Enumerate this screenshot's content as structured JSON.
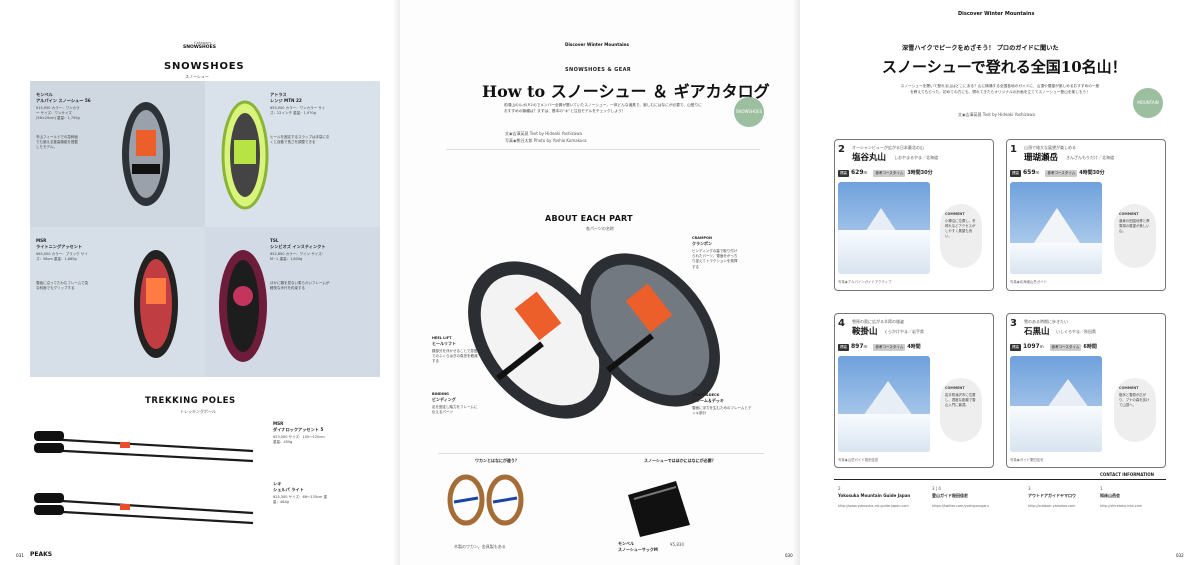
{
  "left_page": {
    "category": "Category",
    "category_title": "SNOWSHOES",
    "section_title": "SNOWSHOES",
    "section_sub": "スノーシュー",
    "products": [
      {
        "brand": "モンベル",
        "name": "アルパイン スノーシュー 56",
        "specs": "¥15,950\nカラー：ワンカラー\nサイズ：ワンサイズ (56×20cm)\n重量：1,750g",
        "note": "冬山フィールドでの急斜面でも使える登高機能を搭載したモデル。"
      },
      {
        "brand": "アトラス",
        "name": "レンジ MTN 22",
        "specs": "¥55,000\nカラー：ワンカラー\nサイズ：22インチ\n重量：1,970g",
        "note": "ヒールを固定するスラップは手袋に引くと自動で長さを調整できる"
      },
      {
        "brand": "MSR",
        "name": "ライトニングアッセント",
        "specs": "¥65,000\nカラー：ブラック\nサイズ：56cm\n重量：1,885g",
        "note": "雪面に沿ってたわむフレームで急な斜面でもグリップする"
      },
      {
        "brand": "TSL",
        "name": "シンビオズ インスティンクト",
        "specs": "¥52,800\nカラー：ワイン\nサイズ：M・L\n重量：1,800g",
        "note": "ほかに類を見ない柔らかいフレームが軽快な歩行を約束する"
      }
    ],
    "poles_title": "TREKKING POLES",
    "poles_sub": "トレッキングポール",
    "poles": [
      {
        "brand": "MSR",
        "name": "ダイナロックアッセント 5",
        "specs": "¥23,000\nサイズ：105〜120cm\n重量：450g"
      },
      {
        "brand": "レキ",
        "name": "シェルパ ライト",
        "specs": "¥25,300\nサイズ：68〜135cm\n重量：484g"
      }
    ],
    "page_number": "031",
    "magazine": "PEAKS"
  },
  "center_page": {
    "header": "Discover Winter Mountains",
    "kicker": "SNOWSHOES & GEAR",
    "title": "How to スノーシュー ＆ ギアカタログ",
    "lead": "前項山のルポ(P.24)でメンバー全員が履いていたスノーシュー。一体どんな道具で、楽しむにはなにが必要で、山登りにおすすめの機種は？まずは、基本の\"キ\"と注目モデルをチェックしよう！",
    "credit1": "文◉吉澤英晃 Text by Hideaki Yoshizawa",
    "credit2": "写真◉熊谷太郎 Photo by Yoshio Kumakura",
    "badge_text": "SNOWSHOES",
    "about_title": "ABOUT EACH PART",
    "about_sub": "各パーツの名称",
    "parts": [
      {
        "title": "CRAMPON",
        "sub": "クランポン",
        "desc": "ビンディングの裏で取り付けられたパーツ。雪面をがっちり捉えてトラクションを発揮する"
      },
      {
        "title": "HEEL LIFT",
        "sub": "ヒールリフト",
        "desc": "踵部分を浮かせることで急登でのふくらはぎの負担を軽減する"
      },
      {
        "title": "BINDING",
        "sub": "ビンディング",
        "desc": "足を固定し踏力をフレームに伝えるパーツ"
      },
      {
        "title": "FRAME&DECK",
        "sub": "フレーム＆デッキ",
        "desc": "雪面に浮力を生むためのフレームとデッキ部分"
      }
    ],
    "bottom_q1": "ワカンとはなにが違う？",
    "bottom_q2": "スノーシューではほかにはなにが必要？",
    "wakan_caption": "木製のワカン。金具製もある",
    "bag_brand": "モンベル",
    "bag_name": "スノーシューサックM",
    "bag_price": "¥5,830",
    "page_number": "030"
  },
  "right_page": {
    "header": "Discover Winter Mountains",
    "subtitle": "深雪ハイクでピークをめざそう！ プロのガイドに聞いた",
    "title": "スノーシューで登れる全国10名山！",
    "lead": "スノーシューを履いて登れる山はどこにある？山に精通する全国各地のガイドに、山頂や展望が楽しめるおすすめの一座を教えてもらった。初めての方にも、慣れてきたらオリジナルの計画を立ててスノーシュー登山を楽しもう！",
    "credit": "文◉吉澤英晃 Text by Hideaki Yoshizawa",
    "mountains": [
      {
        "rank": "2",
        "area": "オーシャンビューが広がる日本最北の山",
        "name": "塩谷丸山",
        "reading": "しおやまるやま／北海道",
        "elev": "629",
        "time": "3時間30分",
        "photo_caption": "写真◉アルパインガイドアクティブ",
        "comment": "小樽沿に位置し、冬晴れなどアクセスがしやすく展望も良い。"
      },
      {
        "rank": "1",
        "area": "山頂で雄大な展望が楽しめる",
        "name": "珊瑚瀬岳",
        "reading": "きんざんもりだけ／北海道",
        "elev": "659",
        "time": "4時間30分",
        "photo_caption": "写真◉北海道山岳ガイド",
        "comment": "道東の田園地帯と摩周湖の展望が美しい山。"
      },
      {
        "rank": "4",
        "area": "雪原の奥に広がる羊蹄の雄姿",
        "name": "鞍掛山",
        "reading": "くらかけやま／岩手県",
        "elev": "897",
        "time": "4時間",
        "photo_caption": "写真◉山岳ガイド桜田佳宏",
        "comment": "岩手県滝沢市に位置し、適度な距離で雪山入門に最適。"
      },
      {
        "rank": "3",
        "area": "雪のある時期に歩きたい",
        "name": "石黒山",
        "reading": "いしぐろやま／秋田県",
        "elev": "1097",
        "time": "6時間",
        "photo_caption": "写真◉ガイド栗田佳也",
        "comment": "樹氷と雪原が広がり、ブナの森を抜けて山頂へ。"
      }
    ],
    "contact_title": "CONTACT INFORMATION",
    "contacts": [
      {
        "num": "2",
        "name": "Yokosuka Mountain Guide Japan",
        "url": "http://www.yokosuka-mt-guide.japan.com"
      },
      {
        "num": "3 | 4",
        "name": "登山ガイド桜田佳宏",
        "url": "https://twitter.com/yoshigarugaru"
      },
      {
        "num": "3",
        "name": "アウトドアガイドヤマロウ",
        "url": "http://outdoor-yamaloo.com"
      },
      {
        "num": "1",
        "name": "知床山岳会",
        "url": "http://shiretoko-mts.com"
      }
    ],
    "page_number": "032",
    "unit_m": "m",
    "course_chip": "参考コースタイム",
    "comment_label": "COMMENT"
  }
}
